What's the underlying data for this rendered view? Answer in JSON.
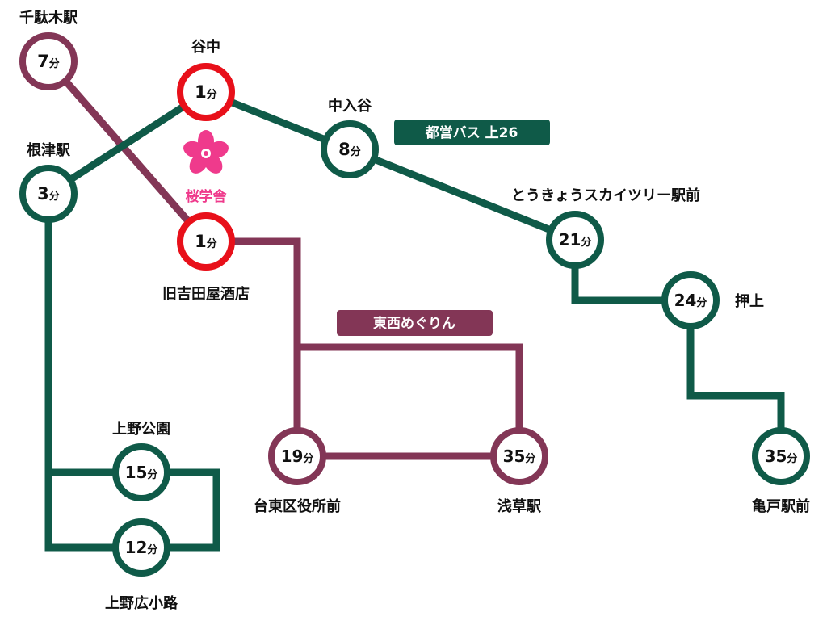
{
  "colors": {
    "green_line": "#0f5a48",
    "maroon_line": "#833656",
    "highlight": "#e8101a",
    "school_pink": "#ef3a8c"
  },
  "routes": {
    "bus_label": "都営バス 上26",
    "loop_label": "東西めぐりん"
  },
  "school": {
    "label": "桜学舎",
    "icon": "sakura-flower-icon"
  },
  "stops": {
    "sendagi": {
      "name": "千駄木駅",
      "num": "7",
      "unit": "分"
    },
    "yanaka": {
      "name": "谷中",
      "num": "1",
      "unit": "分"
    },
    "nezu": {
      "name": "根津駅",
      "num": "3",
      "unit": "分"
    },
    "nakairiya": {
      "name": "中入谷",
      "num": "8",
      "unit": "分"
    },
    "kyuyoshida": {
      "name": "旧吉田屋酒店",
      "num": "1",
      "unit": "分"
    },
    "skytree": {
      "name": "とうきょうスカイツリー駅前",
      "num": "21",
      "unit": "分"
    },
    "oshiage": {
      "name": "押上",
      "num": "24",
      "unit": "分"
    },
    "ueno_park": {
      "name": "上野公園",
      "num": "15",
      "unit": "分"
    },
    "ueno_hirokoji": {
      "name": "上野広小路",
      "num": "12",
      "unit": "分"
    },
    "taito_office": {
      "name": "台東区役所前",
      "num": "19",
      "unit": "分"
    },
    "asakusa": {
      "name": "浅草駅",
      "num": "35",
      "unit": "分"
    },
    "kameido": {
      "name": "亀戸駅前",
      "num": "35",
      "unit": "分"
    }
  }
}
